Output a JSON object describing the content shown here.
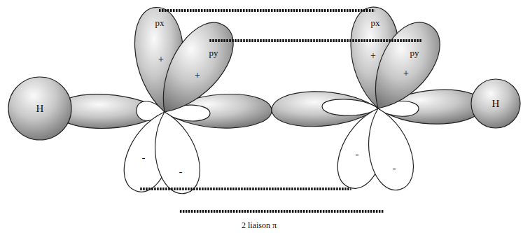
{
  "diagram": {
    "nodes": [
      {
        "text": [
          "H"
        ]
      },
      {
        "text": [
          "px",
          "+"
        ]
      },
      {
        "text": [
          "py",
          "+"
        ]
      },
      {
        "text": [
          "px",
          "+"
        ]
      },
      {
        "text": [
          "py",
          "+"
        ]
      },
      {
        "text": [
          "-"
        ]
      },
      {
        "text": [
          "-"
        ]
      },
      {
        "text": [
          "-"
        ]
      },
      {
        "text": [
          "-"
        ]
      },
      {
        "text": [
          "H"
        ]
      }
    ],
    "edges": [
      {
        "from": 1,
        "to": 3,
        "arrow": "none"
      },
      {
        "from": 2,
        "to": 4,
        "arrow": "none"
      },
      {
        "from": 5,
        "to": 7,
        "arrow": "none"
      },
      {
        "from": 6,
        "to": 8,
        "arrow": "none"
      }
    ],
    "labels": [
      "2 liaison π"
    ]
  }
}
